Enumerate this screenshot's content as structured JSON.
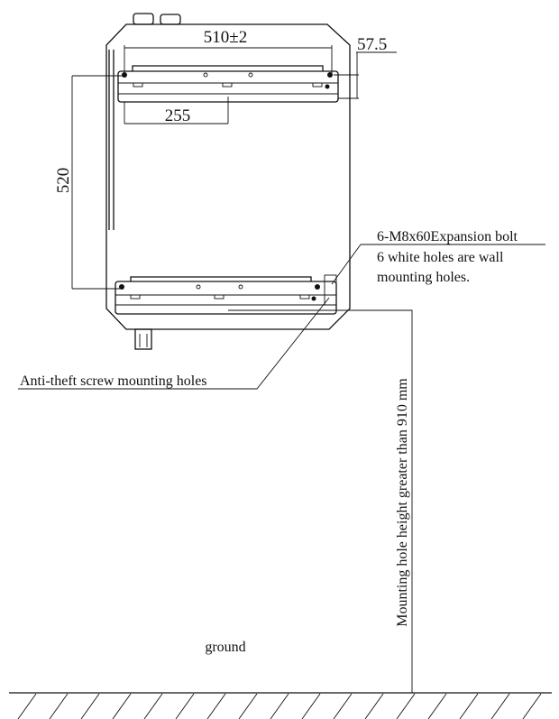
{
  "dimensions": {
    "width": "510±2",
    "offset": "57.5",
    "half_width": "255",
    "height": "520"
  },
  "labels": {
    "bolt": "6-M8x60Expansion bolt",
    "white_holes_1": "6 white holes are wall",
    "white_holes_2": "mounting holes.",
    "anti_theft": "Anti-theft screw mounting holes",
    "mounting_height": "Mounting hole height greater than 910 mm",
    "ground": "ground"
  }
}
